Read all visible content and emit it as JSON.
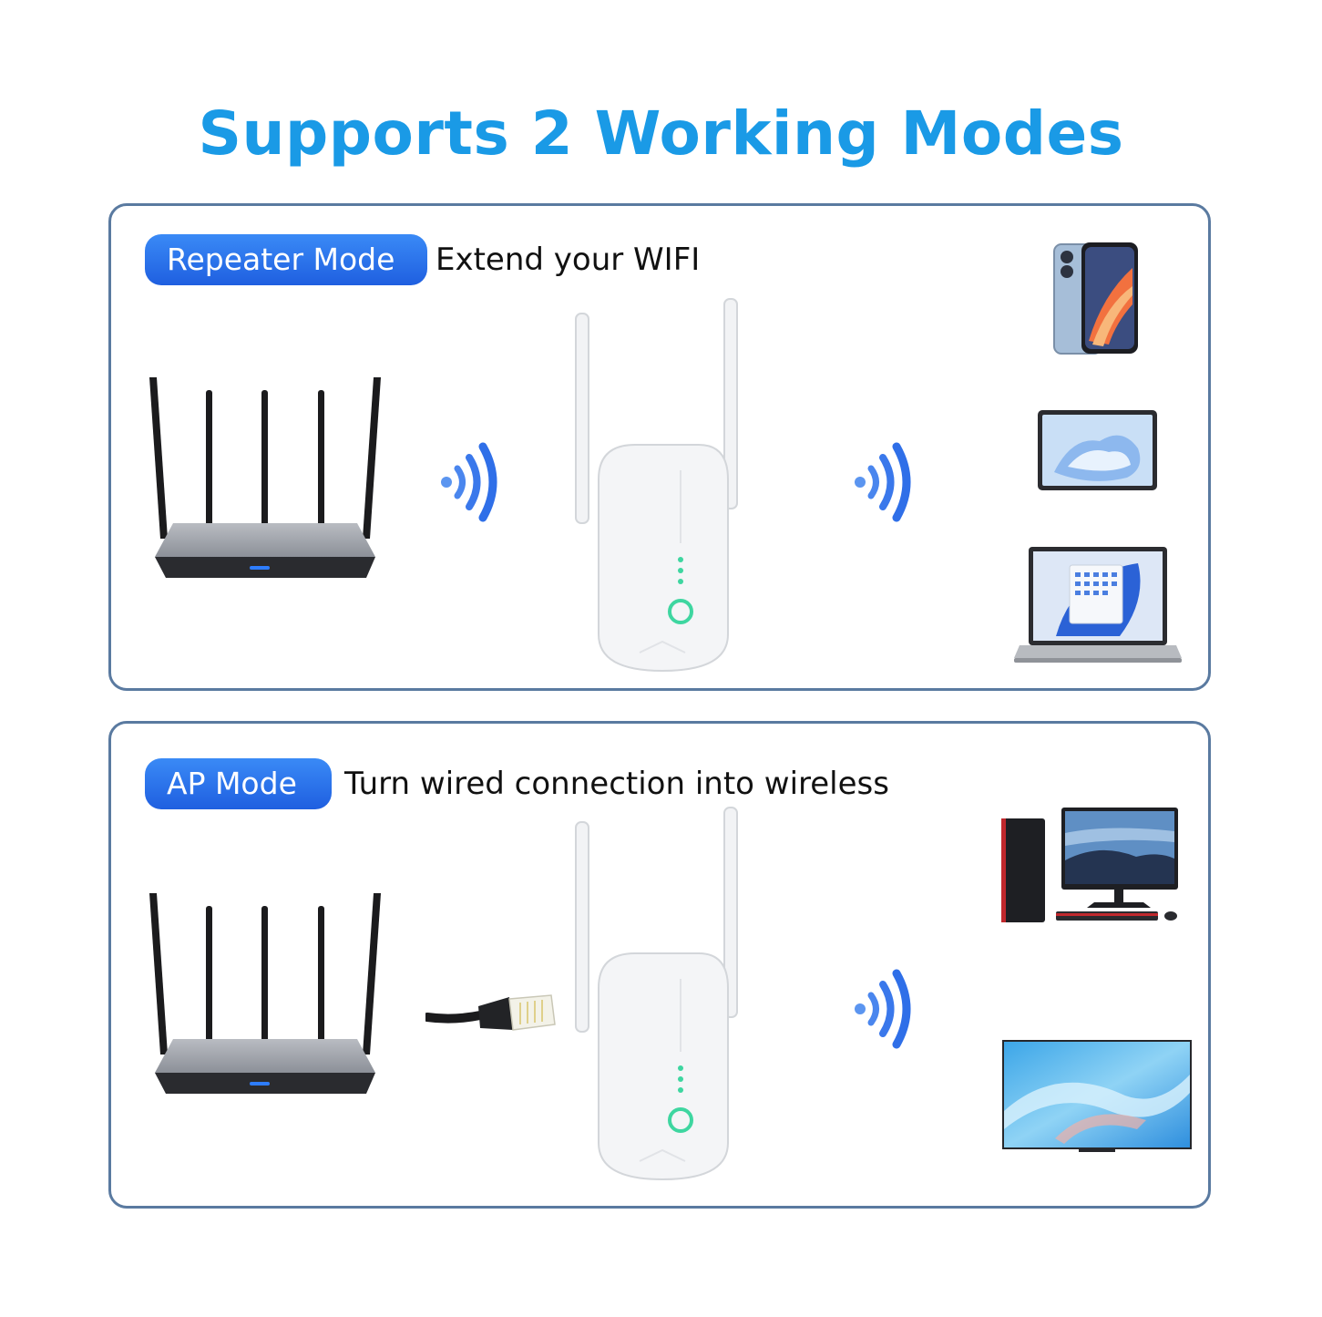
{
  "title": "Supports 2 Working Modes",
  "modes": [
    {
      "badge": "Repeater Mode",
      "description": "Extend your WIFI",
      "devices": [
        "router-icon",
        "wifi-signal-icon",
        "range-extender-icon",
        "wifi-signal-icon",
        "smartphone-icon",
        "tablet-icon",
        "laptop-icon"
      ]
    },
    {
      "badge": "AP Mode",
      "description": "Turn wired connection into wireless",
      "devices": [
        "router-icon",
        "ethernet-cable-icon",
        "range-extender-icon",
        "wifi-signal-icon",
        "desktop-pc-icon",
        "smart-tv-icon"
      ]
    }
  ],
  "colors": {
    "title": "#1a9ae6",
    "badge": "#2a6cee",
    "panel_border": "#5a7aa0",
    "wifi": "#2f6fe8",
    "led": "#3ed6a0"
  }
}
